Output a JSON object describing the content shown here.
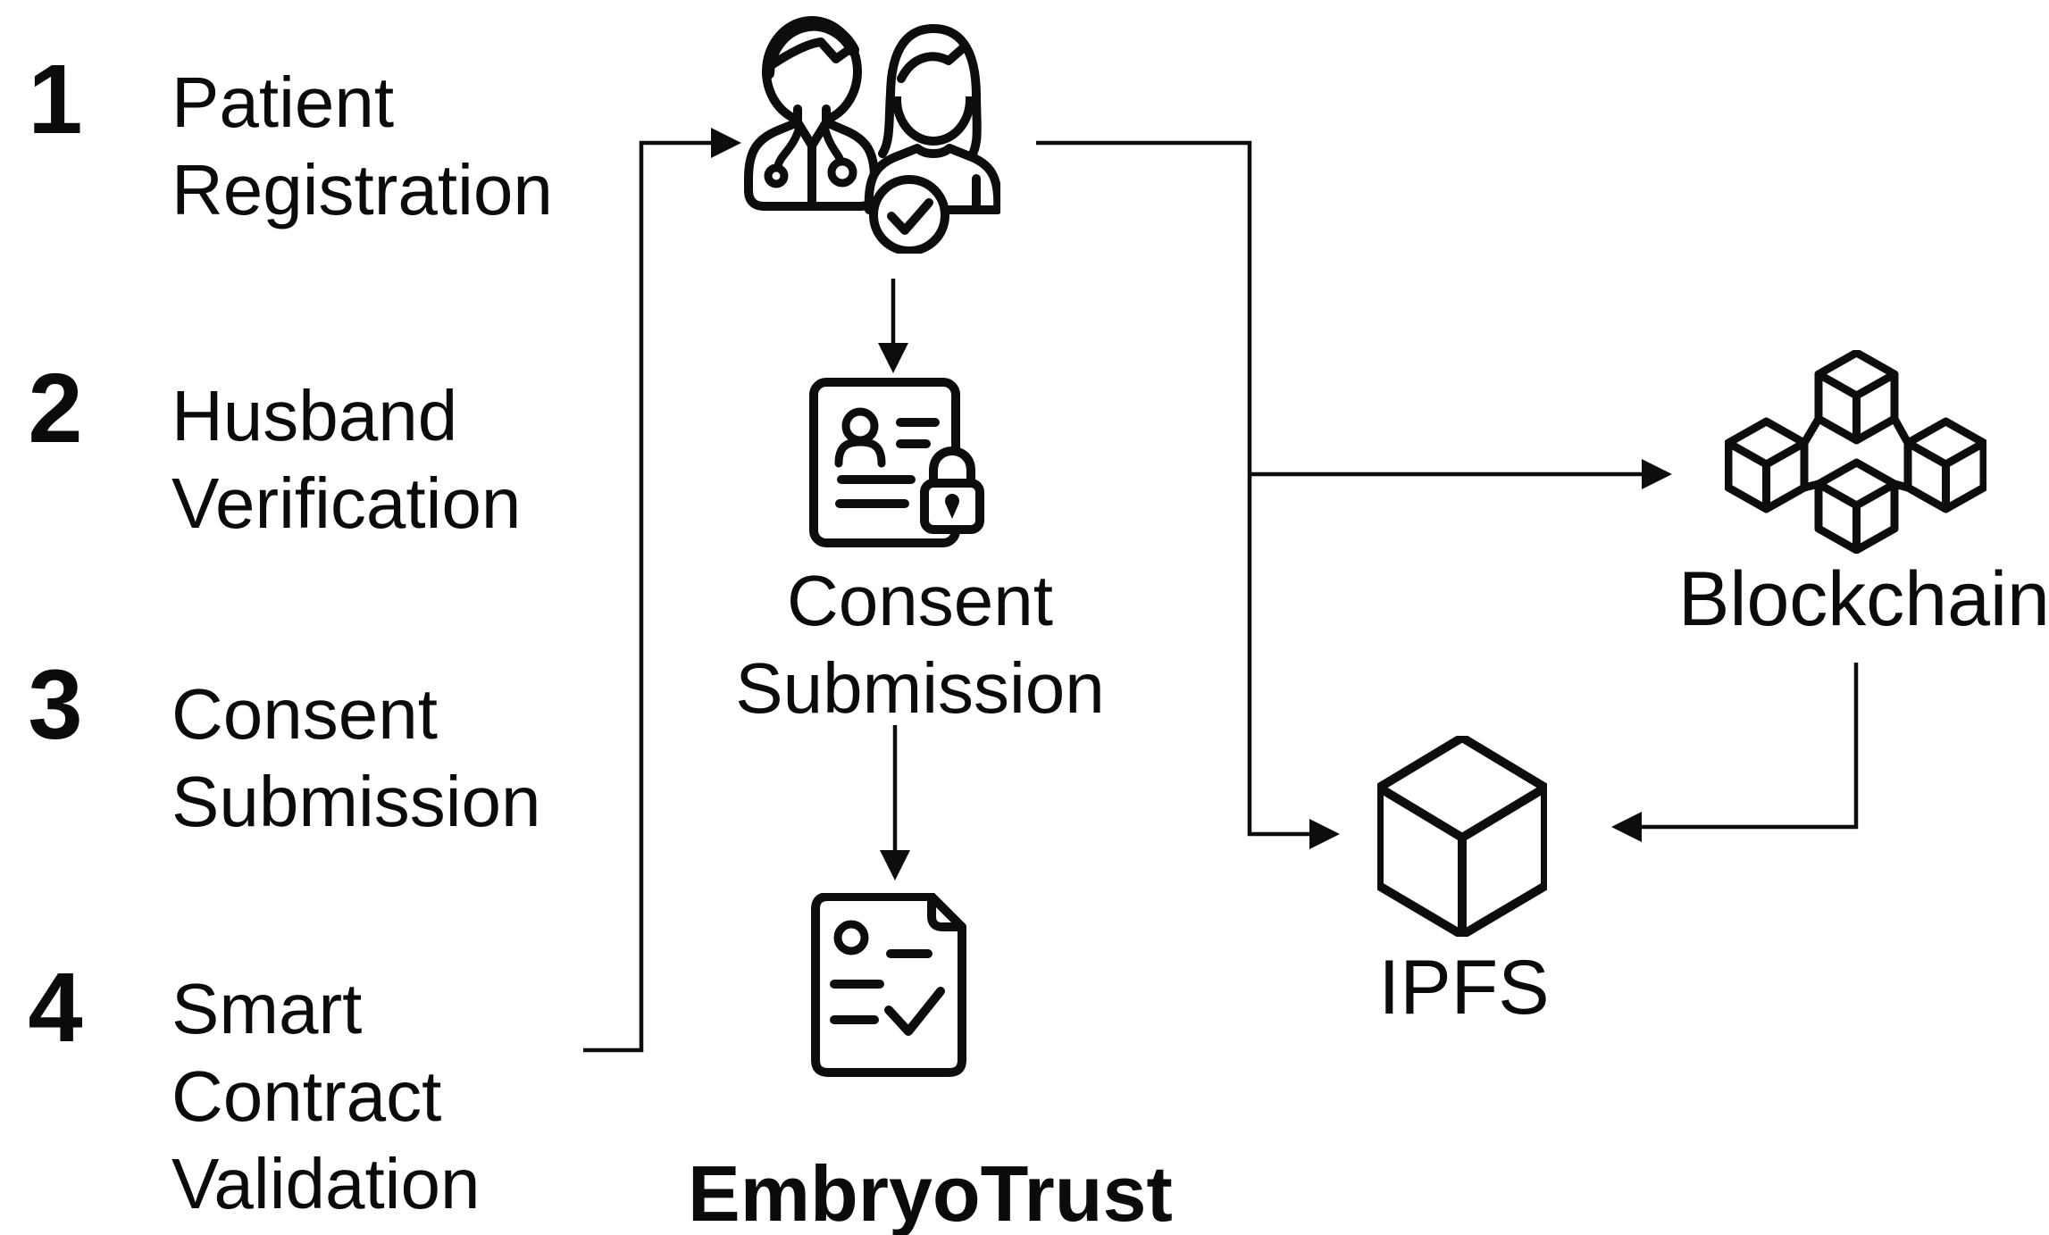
{
  "page": {
    "background": "#ffffff",
    "ink": "#0d0d0d",
    "description": "EmbryoTrust consent workflow diagram"
  },
  "steps": [
    {
      "num": "1",
      "label": "Patient\nRegistration"
    },
    {
      "num": "2",
      "label": "Husband\nVerification"
    },
    {
      "num": "3",
      "label": "Consent\nSubmission"
    },
    {
      "num": "4",
      "label": "Smart\nContract\nValidation"
    }
  ],
  "flow": {
    "couple_icon": "doctor-and-patient-verified-icon",
    "consent_icon": "consent-document-lock-icon",
    "app_icon": "validated-document-icon",
    "blockchain_icon": "blockchain-cubes-icon",
    "ipfs_icon": "ipfs-cube-icon",
    "consent_label": "Consent\nSubmission",
    "app_label": "EmbryoTrust",
    "blockchain_label": "Blockchain",
    "ipfs_label": "IPFS"
  }
}
